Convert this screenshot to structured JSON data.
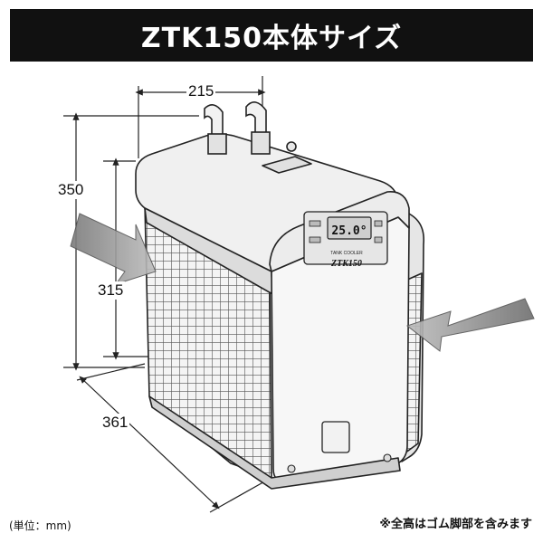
{
  "title": "ZTK150本体サイズ",
  "dimensions": {
    "width": "215",
    "height_total": "350",
    "height_body": "315",
    "depth": "361"
  },
  "panel": {
    "display_value": "25.0",
    "degree_mark": "°",
    "brand_small": "TANK COOLER",
    "model": "ZTK150"
  },
  "footer": {
    "unit_note": "(単位：mm)",
    "note": "※全高はゴム脚部を含みます"
  }
}
